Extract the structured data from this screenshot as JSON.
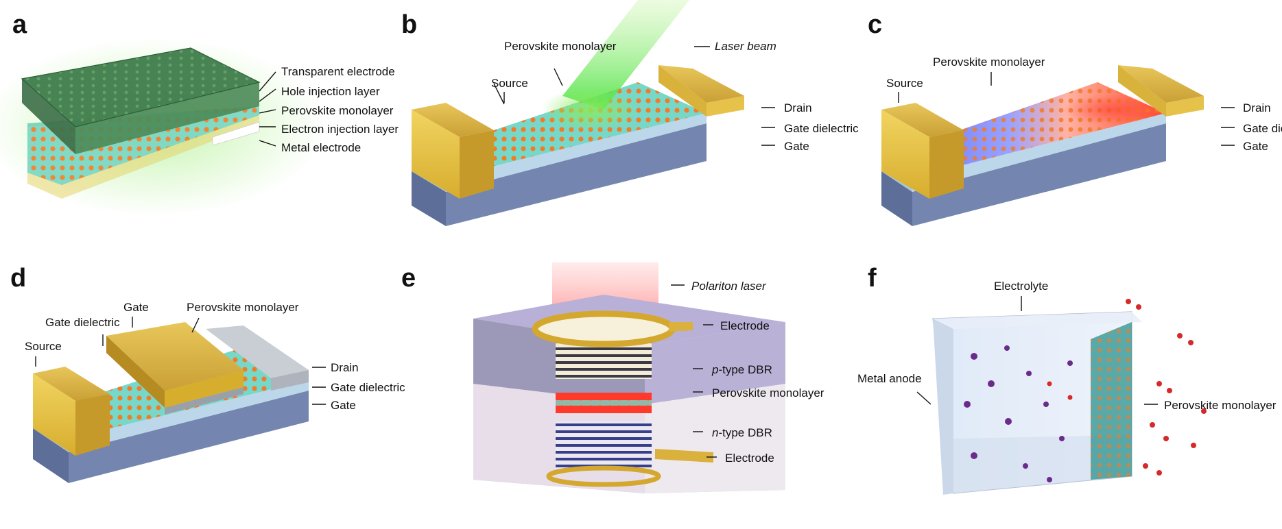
{
  "panels": {
    "a": {
      "letter": "a",
      "labels": [
        "Transparent electrode",
        "Hole injection layer",
        "Perovskite monolayer",
        "Electron injection layer",
        "Metal electrode"
      ]
    },
    "b": {
      "letter": "b",
      "perovskite": "Perovskite monolayer",
      "laser": "Laser beam",
      "source": "Source",
      "drain": "Drain",
      "gate_dielectric": "Gate dielectric",
      "gate": "Gate"
    },
    "c": {
      "letter": "c",
      "perovskite": "Perovskite monolayer",
      "source": "Source",
      "drain": "Drain",
      "gate_dielectric": "Gate dielectric",
      "gate": "Gate"
    },
    "d": {
      "letter": "d",
      "gate_top": "Gate",
      "gate_dielectric_top": "Gate dielectric",
      "perovskite": "Perovskite monolayer",
      "source": "Source",
      "drain": "Drain",
      "gate_dielectric": "Gate dielectric",
      "gate": "Gate"
    },
    "e": {
      "letter": "e",
      "laser": "Polariton laser",
      "electrode_top": "Electrode",
      "ptype_italic": "p",
      "ptype_rest": "-type DBR",
      "perovskite": "Perovskite monolayer",
      "ntype_italic": "n",
      "ntype_rest": "-type DBR",
      "electrode_bottom": "Electrode"
    },
    "f": {
      "letter": "f",
      "electrolyte": "Electrolyte",
      "anode": "Metal anode",
      "perovskite": "Perovskite monolayer"
    }
  },
  "colors": {
    "gold": "#d9b13c",
    "gold_dark": "#a8832a",
    "dielectric": "#bcd6ea",
    "gate": "#7486b0",
    "cyan_sheet": "#6fd6c8",
    "orange_dot": "#f07c2a",
    "green_glow": "#6fd45a",
    "blue_sheet": "#6a78ee",
    "red_glow": "#ff3a2a",
    "purple_ion": "#6b2b8a",
    "red_ion": "#d42a2a"
  }
}
